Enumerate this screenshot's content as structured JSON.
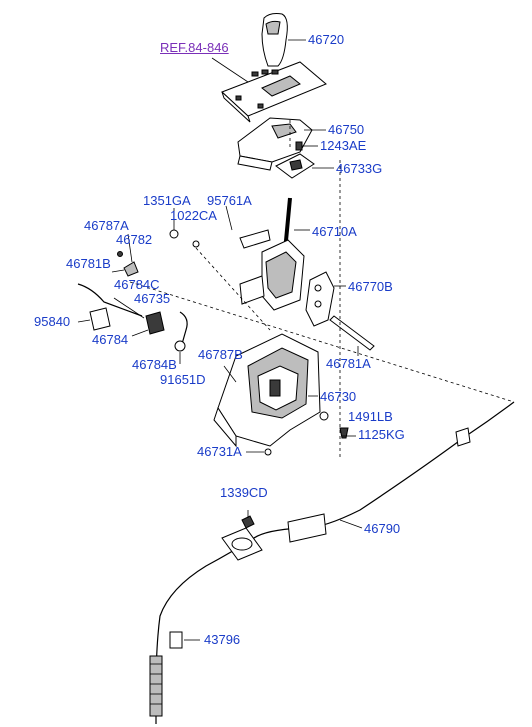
{
  "ref_link": "REF.84-846",
  "label_color": "#1a3cc8",
  "ref_color": "#7a2fb8",
  "parts": {
    "p46720": "46720",
    "p46750": "46750",
    "p1243AE": "1243AE",
    "p46733G": "46733G",
    "p1351GA": "1351GA",
    "p95761A": "95761A",
    "p1022CA": "1022CA",
    "p46710A": "46710A",
    "p46787A": "46787A",
    "p46782": "46782",
    "p46781B": "46781B",
    "p46784C": "46784C",
    "p46770B": "46770B",
    "p46735": "46735",
    "p95840": "95840",
    "p46784": "46784",
    "p46781A": "46781A",
    "p46787B": "46787B",
    "p46784B": "46784B",
    "p91651D": "91651D",
    "p46730": "46730",
    "p1491LB": "1491LB",
    "p1125KG": "1125KG",
    "p46731A": "46731A",
    "p1339CD": "1339CD",
    "p46790": "46790",
    "p43796": "43796"
  }
}
